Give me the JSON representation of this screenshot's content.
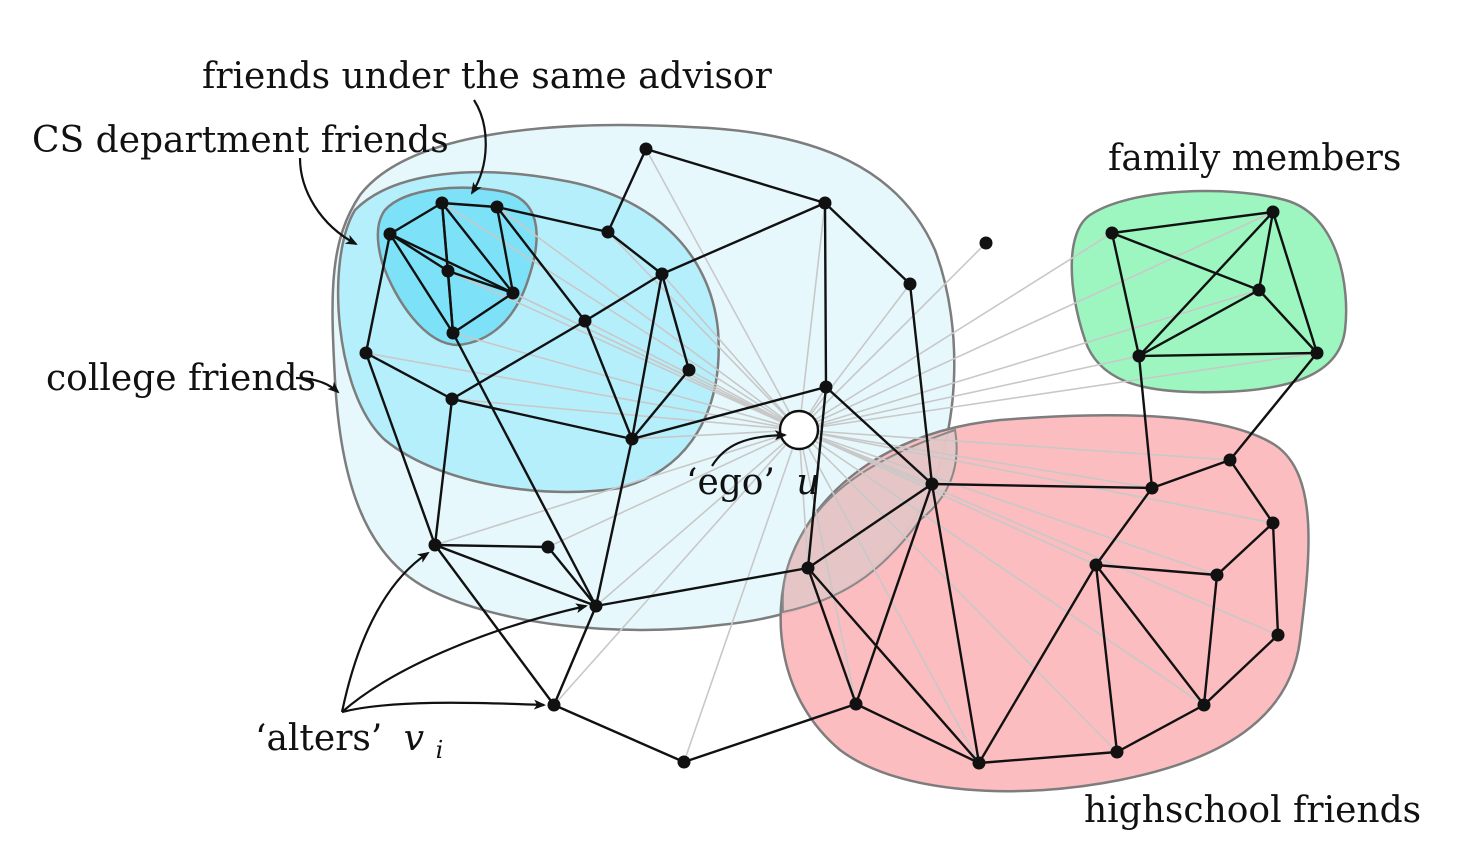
{
  "labels": {
    "advisor_friends": "friends under the same advisor",
    "cs_friends": "CS department friends",
    "family": "family members",
    "college": "college friends",
    "ego_quote": "‘ego’",
    "ego_var": "u",
    "alters_quote": "‘alters’",
    "alters_var": "v",
    "alters_sub": "i",
    "highschool": "highschool friends"
  },
  "colors": {
    "college_fill": "#e6f8fd",
    "cs_fill": "#b3eefc",
    "advisor_fill": "#7ae0f8",
    "family_fill": "#98f5bd",
    "highschool_fill": "#fbb9bd"
  }
}
